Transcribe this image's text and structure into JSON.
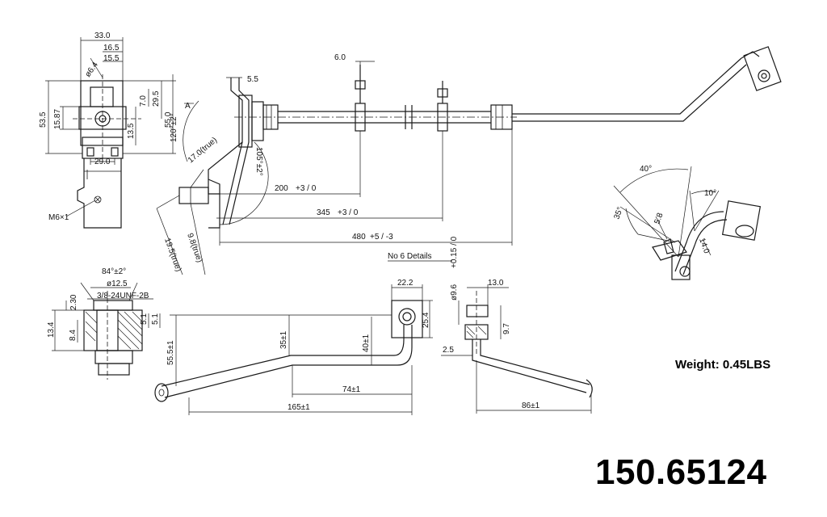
{
  "part_number": "150.65124",
  "weight_label": "Weight: 0.45LBS",
  "details_title": "No 6 Details",
  "view_label": "A",
  "thread_label": "M6×1",
  "fitting_thread": "3/8-24UNF-2B",
  "dims": {
    "d33": "33.0",
    "d165": "16.5",
    "d155": "15.5",
    "d64": "ø6.4",
    "d535": "53.5",
    "d1587": "15.87",
    "d135": "13.5",
    "d70": "7.0",
    "d295": "29.5",
    "d550": "55.0",
    "d290": "29.0",
    "d55": "5.5",
    "d60": "6.0",
    "d120": "120°±2°",
    "d170": "17.0(true)",
    "d105": "105°±2°",
    "d200": "200",
    "d200tol": "+3 / 0",
    "d345": "345",
    "d345tol": "+3 / 0",
    "d480": "480",
    "d480tol": "+5 / -3",
    "d195": "19.5(true)",
    "d98": "9.8(true)",
    "d40deg": "40°",
    "d10deg": "10°",
    "d35deg": "35°",
    "d58": "5.8",
    "d140": "14.0",
    "d84deg": "84°±2°",
    "d125": "ø12.5",
    "d230": "2.30",
    "d134": "13.4",
    "d84": "8.4",
    "d51a": "5.1",
    "d51b": "5.1",
    "d222": "22.2",
    "d254": "25.4",
    "d555": "55.5±1",
    "d35": "35±1",
    "d40": "40±1",
    "d74": "74±1",
    "d165b": "165±1",
    "d96": "ø9.6",
    "d96tol": "+0.15 / 0",
    "d130": "13.0",
    "d97": "9.7",
    "d25": "2.5",
    "d86": "86±1"
  }
}
